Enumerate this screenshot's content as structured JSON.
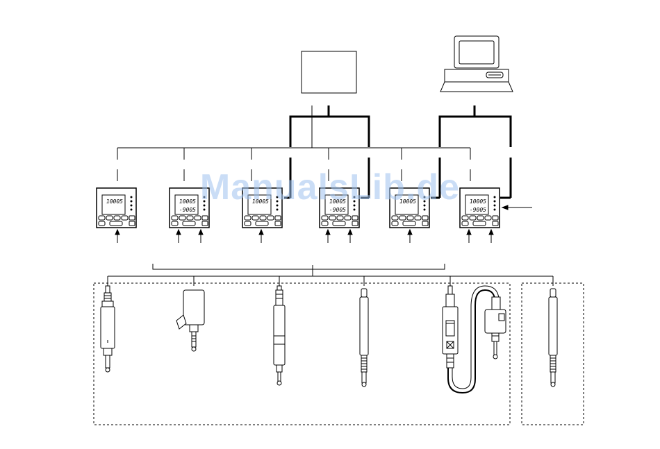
{
  "watermark": "ManualsLib.de",
  "displays": [
    {
      "line1": "10005",
      "line2": ""
    },
    {
      "line1": "10005",
      "line2": "-9005"
    },
    {
      "line1": "10005",
      "line2": ""
    },
    {
      "line1": "10005",
      "line2": "-9005"
    },
    {
      "line1": "10005",
      "line2": ""
    },
    {
      "line1": "10005",
      "line2": "-9005"
    }
  ],
  "icons": {
    "controller": "box",
    "computer": "desktop-pc-icon",
    "counter": "digital-counter-icon",
    "sensor": "gauge-probe-icon"
  }
}
